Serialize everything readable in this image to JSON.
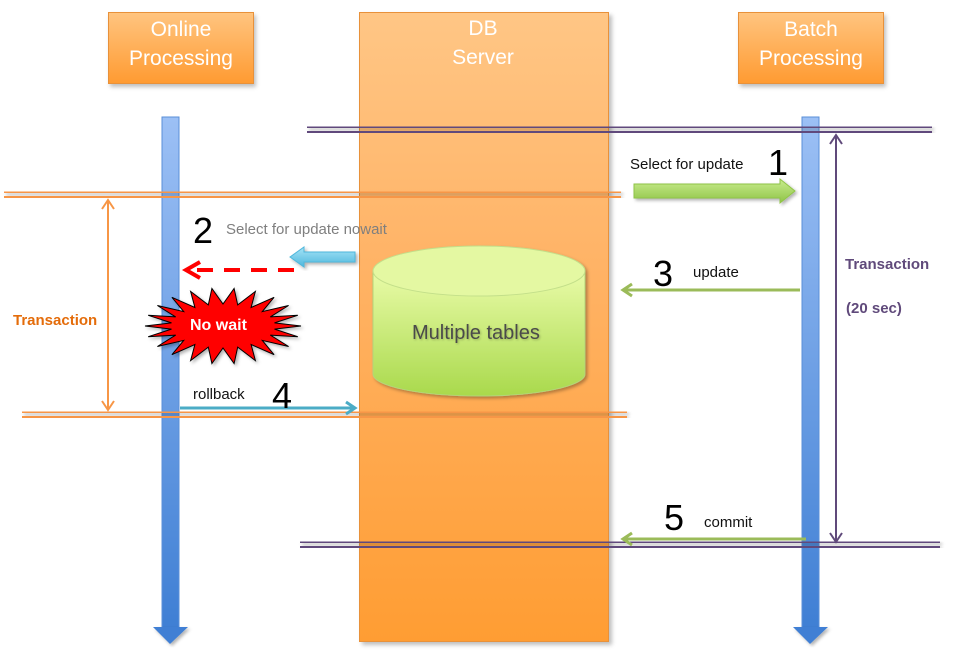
{
  "lanes": {
    "online": {
      "title_line1": "Online",
      "title_line2": "Processing"
    },
    "db": {
      "title_line1": "DB",
      "title_line2": "Server"
    },
    "batch": {
      "title_line1": "Batch",
      "title_line2": "Processing"
    }
  },
  "database": {
    "label": "Multiple tables"
  },
  "steps": [
    {
      "number": "1",
      "label": "Select for update",
      "direction": "batch-to-db"
    },
    {
      "number": "2",
      "label": "Select for update nowait",
      "direction": "db-to-online"
    },
    {
      "number": "3",
      "label": "update",
      "direction": "batch-to-db"
    },
    {
      "number": "4",
      "label": "rollback",
      "direction": "online-to-db"
    },
    {
      "number": "5",
      "label": "commit",
      "direction": "batch-to-db"
    }
  ],
  "callout": {
    "label": "No wait"
  },
  "transactions": {
    "online": {
      "label": "Transaction"
    },
    "batch": {
      "label": "Transaction",
      "duration": "(20 sec)"
    }
  },
  "colors": {
    "lane_header": "#ff9b32",
    "lifeline": "#4a86d8",
    "online_tx": "#f79646",
    "batch_tx": "#604a7b",
    "arrow_green": "#9bbb59",
    "arrow_cyan": "#4bacc6",
    "alert_red": "#ff0000"
  }
}
